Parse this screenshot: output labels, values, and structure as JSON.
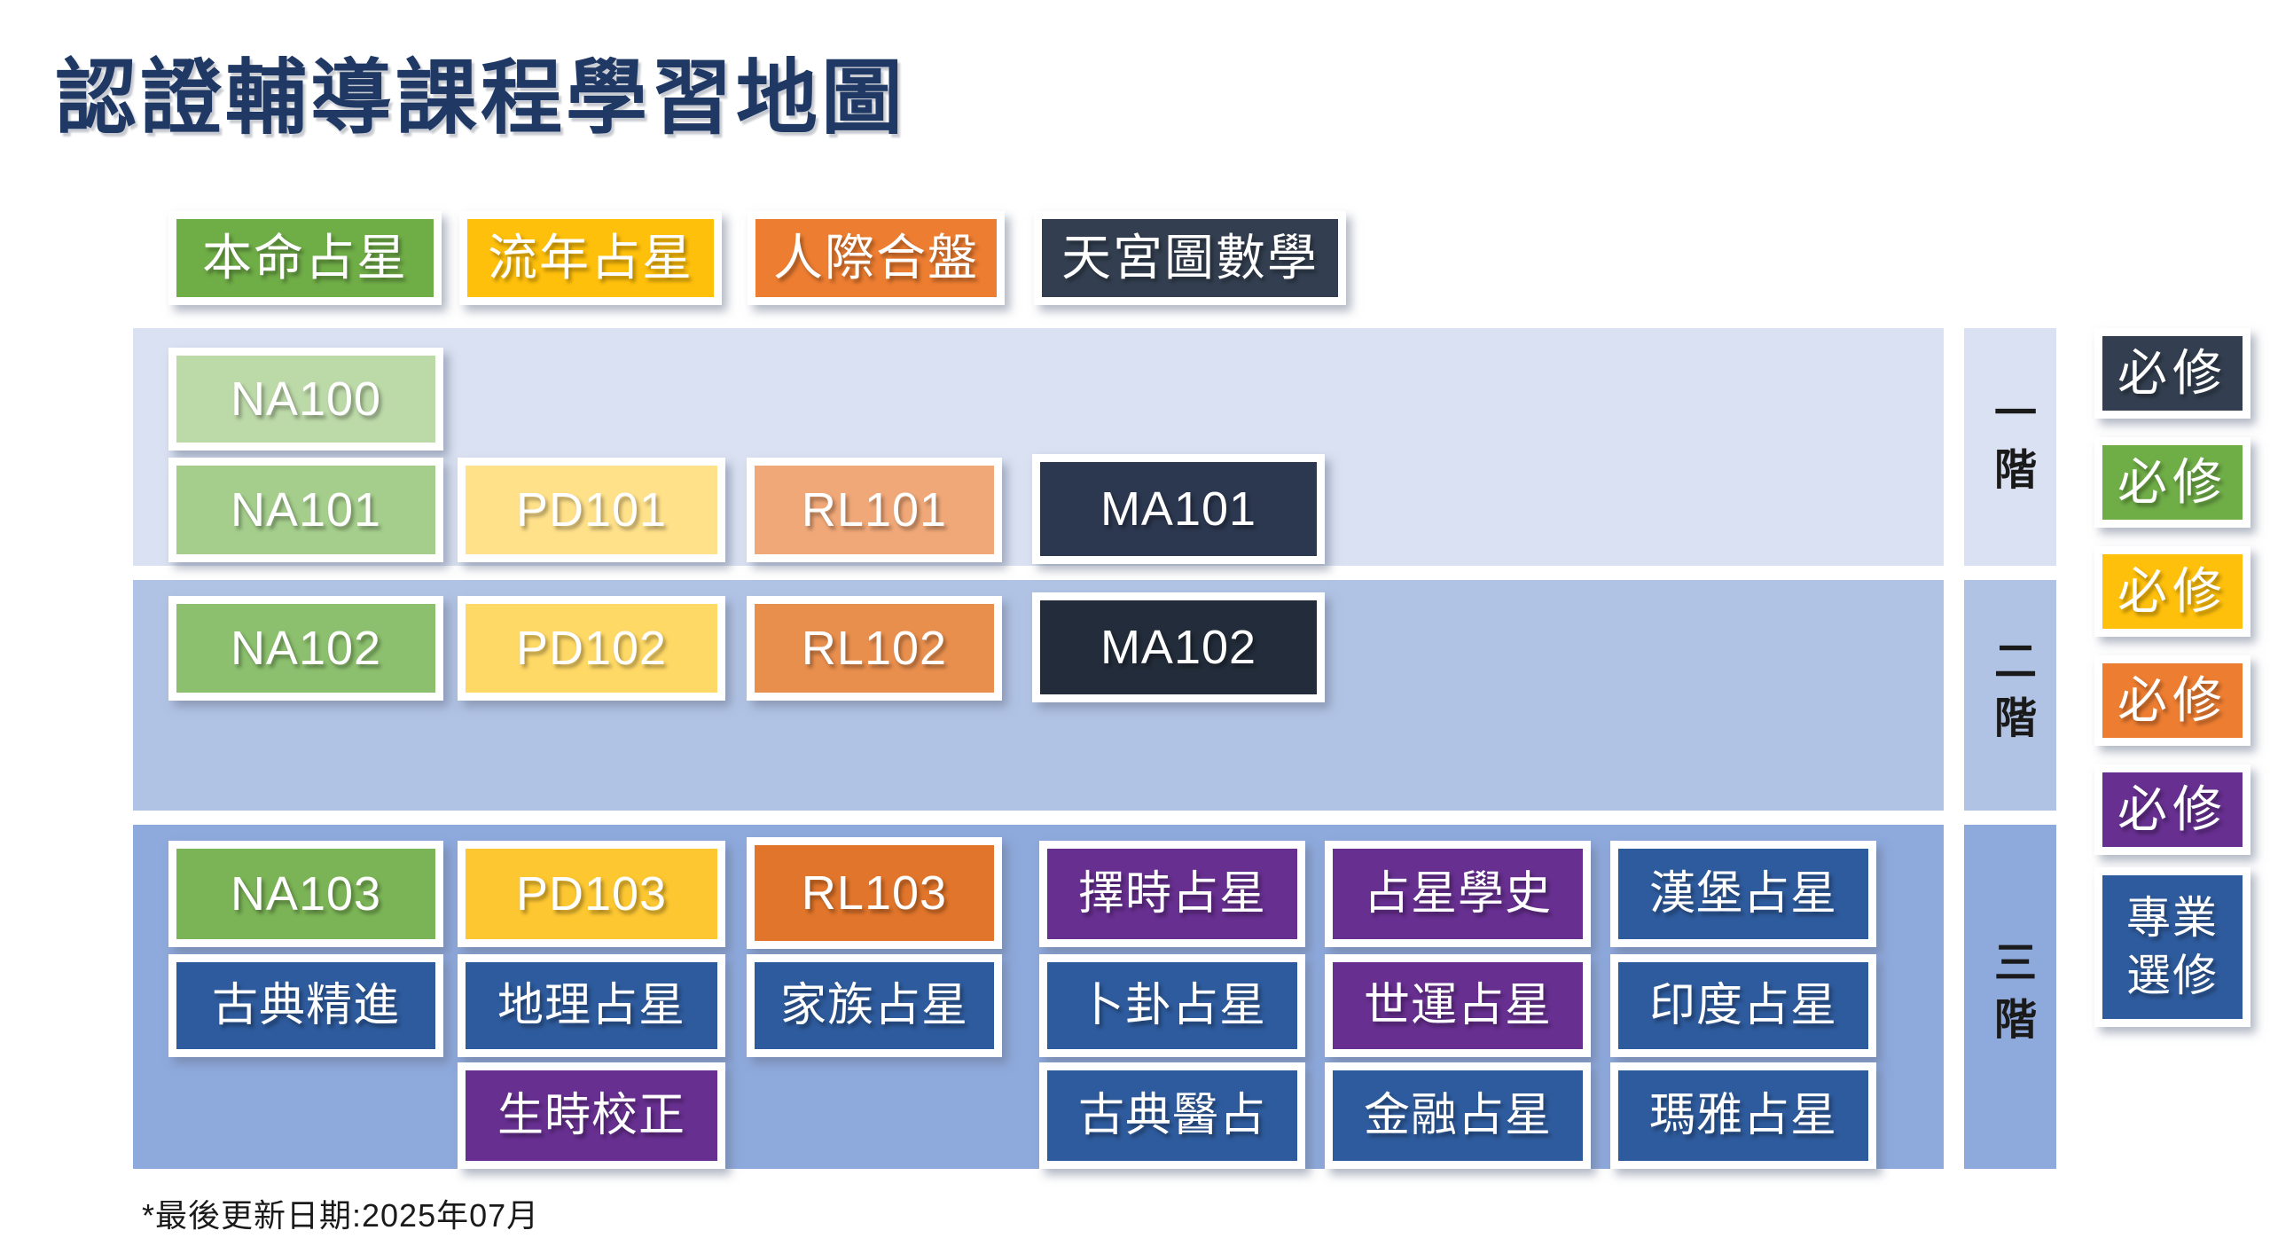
{
  "title": {
    "text": "認證輔導課程學習地圖"
  },
  "colors": {
    "page_bg": "#FFFFFF",
    "title_navy": "#1F3864",
    "tier1_bg": "#D9E1F2",
    "tier2_bg": "#B1C3E4",
    "tier3_bg": "#8EA9DC",
    "green_legend": "#6FAD47",
    "green_tier1_intro": "#BCD9A8",
    "green_tier1": "#A5CE8C",
    "green_tier2": "#8CC06E",
    "green_tier3": "#7BB456",
    "gold_legend": "#FFC00B",
    "gold_tier1": "#FFE18A",
    "gold_tier2": "#FFD966",
    "gold_tier3": "#FDC732",
    "orange_legend": "#ED7D31",
    "orange_tier1": "#F0A878",
    "orange_tier2": "#E98F4E",
    "orange_tier3": "#E1752B",
    "navy_legend": "#333F50",
    "navy_tier1": "#2C3850",
    "navy_tier2": "#232C3A",
    "purple": "#672F90",
    "elective_blue": "#2E5B9D",
    "text_dark": "#1A1A1A",
    "box_text": "#FFFFFF"
  },
  "top_legend": [
    {
      "label": "本命占星"
    },
    {
      "label": "流年占星"
    },
    {
      "label": "人際合盤"
    },
    {
      "label": "天宮圖數學"
    }
  ],
  "map": {
    "tier1": {
      "tier_label": "一階",
      "boxes": {
        "na100": "NA100",
        "na101": "NA101",
        "pd101": "PD101",
        "rl101": "RL101",
        "ma101": "MA101"
      }
    },
    "tier2": {
      "tier_label": "二階",
      "boxes": {
        "na102": "NA102",
        "pd102": "PD102",
        "rl102": "RL102",
        "ma102": "MA102"
      }
    },
    "tier3": {
      "tier_label": "三階",
      "boxes": {
        "na103": "NA103",
        "pd103": "PD103",
        "rl103": "RL103",
        "electional": "擇時占星",
        "history": "占星學史",
        "hamburg": "漢堡占星",
        "classical_advanced": "古典精進",
        "geographic": "地理占星",
        "family": "家族占星",
        "horary": "卜卦占星",
        "mundane": "世運占星",
        "vedic": "印度占星",
        "rectification": "生時校正",
        "medical": "古典醫占",
        "financial": "金融占星",
        "mayan": "瑪雅占星"
      }
    }
  },
  "side_legend": [
    {
      "label": "必修"
    },
    {
      "label": "必修"
    },
    {
      "label": "必修"
    },
    {
      "label": "必修"
    },
    {
      "label": "必修"
    },
    {
      "label": "專業選修"
    }
  ],
  "footnote": {
    "text": "*最後更新日期:2025年07月"
  }
}
